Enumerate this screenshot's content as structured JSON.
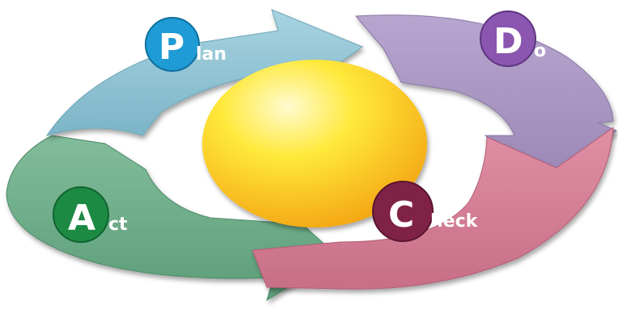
{
  "diagram": {
    "colors": {
      "plan": "#8fc3d3",
      "do": "#a995c0",
      "check": "#d27f96",
      "act": "#6fae8a",
      "center_light": "#fff79a",
      "center_dark": "#f2a512"
    },
    "steps": [
      {
        "id": "plan",
        "initial": "P",
        "rest": "lan",
        "badge_color": "#1f9bd6"
      },
      {
        "id": "do",
        "initial": "D",
        "rest": "o",
        "badge_color": "#8a56b0"
      },
      {
        "id": "check",
        "initial": "C",
        "rest": "heck",
        "badge_color": "#7f2245"
      },
      {
        "id": "act",
        "initial": "A",
        "rest": "ct",
        "badge_color": "#1d8a43"
      }
    ]
  }
}
